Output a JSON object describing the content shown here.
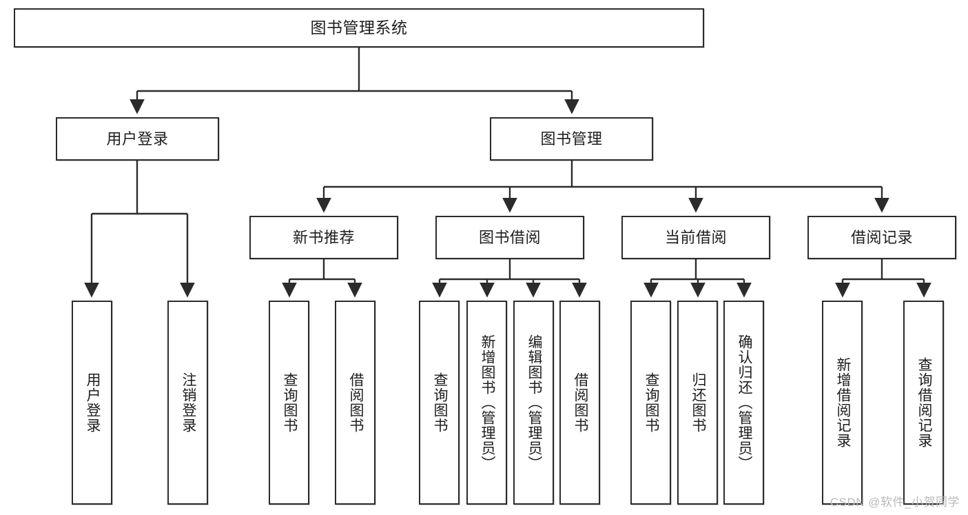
{
  "diagram": {
    "title": "图书管理系统",
    "type": "tree-hierarchy-chart",
    "colors": {
      "box_border": "#2b2b2b",
      "box_fill": "#ffffff",
      "connector": "#2b2b2b",
      "text": "#1d1d1d",
      "watermark": "#b9b9b9",
      "background": "#ffffff"
    },
    "root": {
      "label": "图书管理系统"
    },
    "level2": [
      {
        "label": "用户登录"
      },
      {
        "label": "图书管理"
      }
    ],
    "level3": [
      {
        "label": "新书推荐"
      },
      {
        "label": "图书借阅"
      },
      {
        "label": "当前借阅"
      },
      {
        "label": "借阅记录"
      }
    ],
    "leaves": {
      "user_login": [
        {
          "label": "用户登录"
        },
        {
          "label": "注销登录"
        }
      ],
      "new_book_recommend": [
        {
          "label": "查询图书"
        },
        {
          "label": "借阅图书"
        }
      ],
      "book_borrow": [
        {
          "label": "查询图书"
        },
        {
          "label": "新增图书（管理员）"
        },
        {
          "label": "编辑图书（管理员）"
        },
        {
          "label": "借阅图书"
        }
      ],
      "current_borrow": [
        {
          "label": "查询图书"
        },
        {
          "label": "归还图书"
        },
        {
          "label": "确认归还（管理员）"
        }
      ],
      "borrow_record": [
        {
          "label": "新增借阅记录"
        },
        {
          "label": "查询借阅记录"
        }
      ]
    }
  },
  "watermark": {
    "text": "CSDN @软件_小贺同学"
  }
}
